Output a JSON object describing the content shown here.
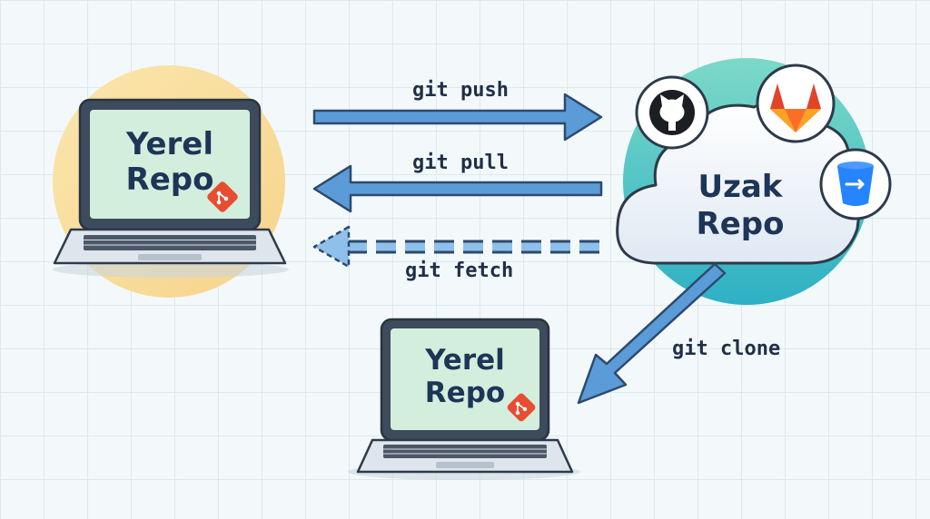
{
  "local_repo_top": {
    "line1": "Yerel",
    "line2": "Repo"
  },
  "local_repo_bottom": {
    "line1": "Yerel",
    "line2": "Repo"
  },
  "remote_repo": {
    "line1": "Uzak",
    "line2": "Repo"
  },
  "commands": {
    "push": "git push",
    "pull": "git pull",
    "fetch": "git fetch",
    "clone": "git clone"
  },
  "icons": [
    "git-icon",
    "github-icon",
    "gitlab-icon",
    "bitbucket-icon",
    "laptop-icon",
    "cloud-icon"
  ],
  "colors": {
    "arrow_fill": "#5b9bd8",
    "arrow_stroke": "#2d4a6e",
    "screen": "#d4eedd",
    "git_red": "#e84d31",
    "gitlab_orange": "#fc6d26",
    "bitbucket_blue": "#2684ff",
    "cloud_glow": "#3fbfc0",
    "laptop_glow": "#f8d98a"
  }
}
